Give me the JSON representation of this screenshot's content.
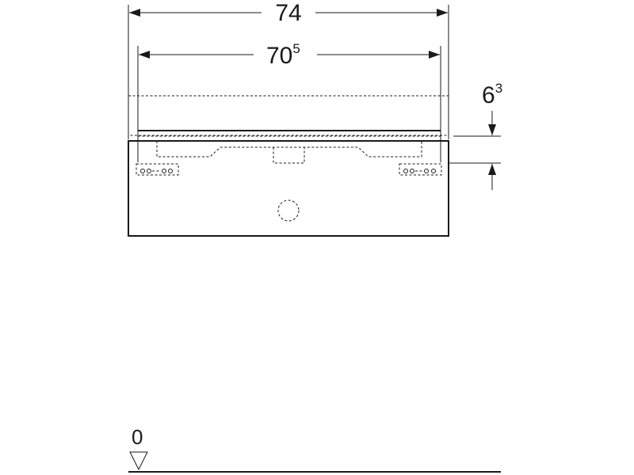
{
  "dimensions": {
    "overall_width": {
      "value": "74"
    },
    "inner_width": {
      "value": "70",
      "superscript": "5"
    },
    "height_offset": {
      "value": "6",
      "superscript": "3"
    },
    "floor_level": {
      "value": "0"
    }
  }
}
